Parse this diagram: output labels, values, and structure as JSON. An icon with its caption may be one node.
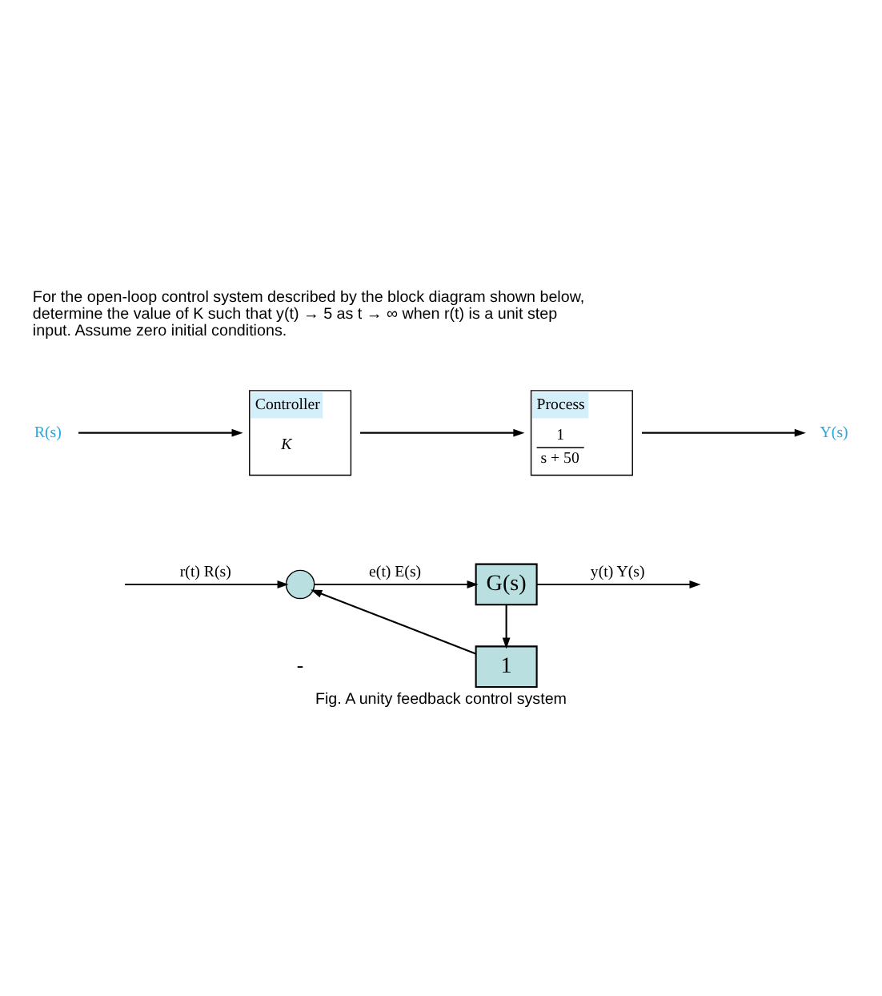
{
  "diagram": {
    "caption": "Fig. A unity feedback control system",
    "nodes": [
      {
        "text": [
          "R(s)"
        ]
      },
      {
        "text": [
          "Controller",
          "K"
        ]
      },
      {
        "text": [
          "Process",
          "1",
          "s + 50"
        ]
      },
      {
        "text": [
          "Y(s)"
        ]
      },
      {
        "text": [],
        "shape": "circle"
      },
      {
        "text": [
          "G(s)"
        ]
      },
      {
        "text": [
          "1"
        ]
      }
    ],
    "edges": [
      {
        "from": 0,
        "to": 1,
        "arrow": "to"
      },
      {
        "from": 1,
        "to": 2,
        "arrow": "to"
      },
      {
        "from": 2,
        "to": 3,
        "arrow": "to"
      },
      {
        "from": null,
        "to": 4,
        "arrow": "to",
        "label": "r(t) R(s)"
      },
      {
        "from": 4,
        "to": 5,
        "arrow": "to",
        "label": "e(t) E(s)"
      },
      {
        "from": 5,
        "to": null,
        "arrow": "to",
        "label": "y(t) Y(s)"
      },
      {
        "from": 5,
        "to": 6,
        "arrow": "to"
      },
      {
        "from": 6,
        "to": 4,
        "arrow": "to"
      }
    ],
    "labels": [
      "For the open-loop control system described by the block diagram shown below, determine the value of K such that y(t) → 5 as t → ∞ when r(t) is a unit step input. Assume zero initial conditions.",
      "-"
    ]
  }
}
